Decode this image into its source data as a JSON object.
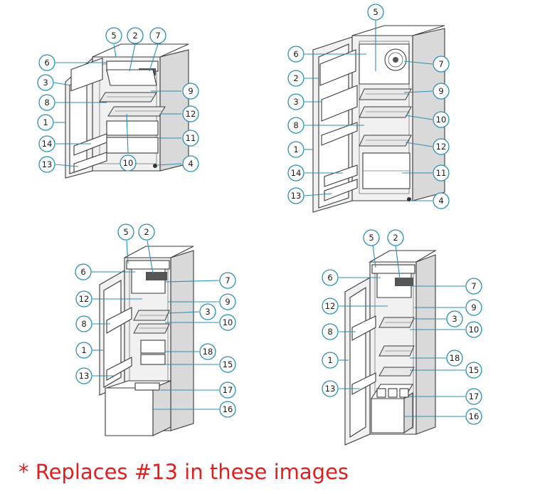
{
  "note": "* Replaces #13 in these images",
  "colors": {
    "accent": "#2a8fb4",
    "note": "#e02020"
  },
  "panels": [
    {
      "callouts": [
        "5",
        "2",
        "7",
        "6",
        "3",
        "9",
        "8",
        "12",
        "1",
        "11",
        "14",
        "4",
        "13",
        "10"
      ]
    },
    {
      "callouts": [
        "5",
        "6",
        "7",
        "2",
        "9",
        "3",
        "10",
        "8",
        "1",
        "12",
        "14",
        "11",
        "13",
        "4"
      ]
    },
    {
      "callouts": [
        "5",
        "2",
        "6",
        "7",
        "12",
        "9",
        "3",
        "8",
        "10",
        "1",
        "18",
        "15",
        "13",
        "17",
        "16"
      ]
    },
    {
      "callouts": [
        "5",
        "2",
        "6",
        "7",
        "12",
        "9",
        "3",
        "8",
        "10",
        "1",
        "18",
        "15",
        "13",
        "17",
        "16"
      ]
    }
  ]
}
